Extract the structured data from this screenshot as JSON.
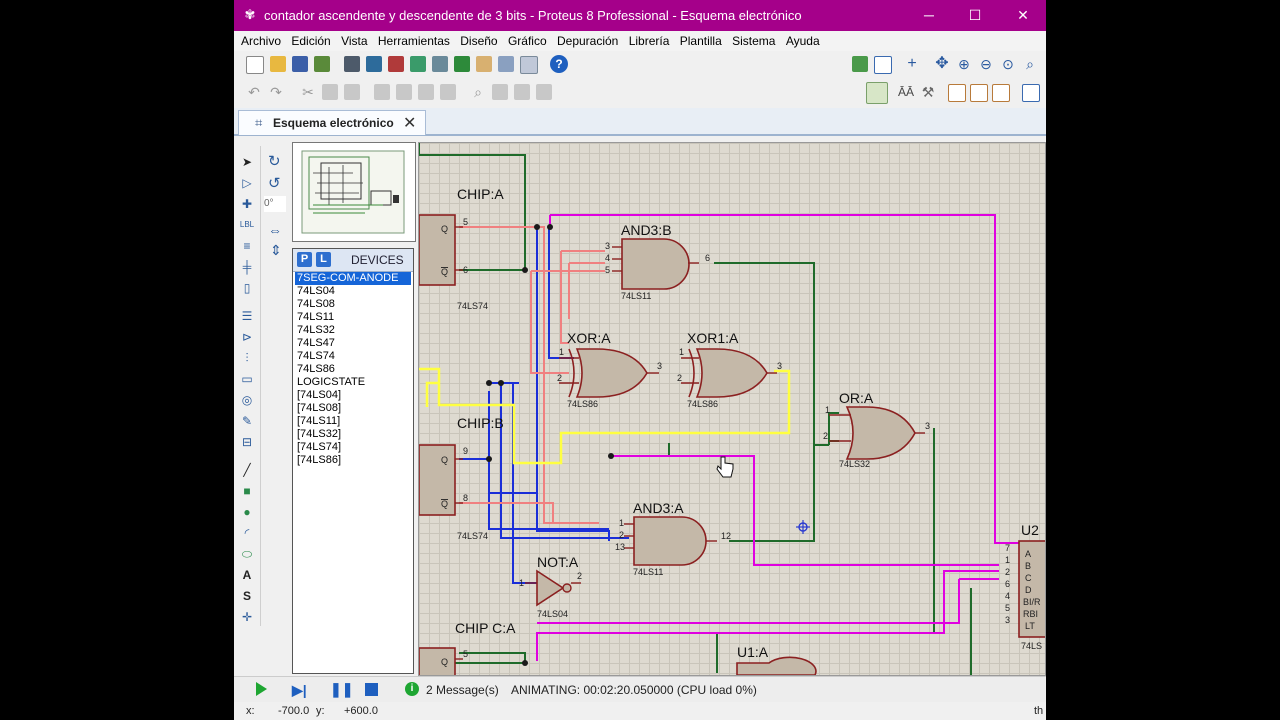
{
  "window": {
    "title": "contador ascendente y descendente de 3 bits - Proteus 8 Professional - Esquema electrónico",
    "controls": [
      "─",
      "☐",
      "✕"
    ]
  },
  "menu": [
    "Archivo",
    "Edición",
    "Vista",
    "Herramientas",
    "Diseño",
    "Gráfico",
    "Depuración",
    "Librería",
    "Plantilla",
    "Sistema",
    "Ayuda"
  ],
  "tab": {
    "label": "Esquema electrónico",
    "close": "✕"
  },
  "rotation": {
    "angle": "0°"
  },
  "devices": {
    "p_label": "P",
    "l_label": "L",
    "header": "DEVICES",
    "items": [
      "7SEG-COM-ANODE",
      "74LS04",
      "74LS08",
      "74LS11",
      "74LS32",
      "74LS47",
      "74LS74",
      "74LS86",
      "LOGICSTATE",
      "[74LS04]",
      "[74LS08]",
      "[74LS11]",
      "[74LS32]",
      "[74LS74]",
      "[74LS86]"
    ],
    "selected": "7SEG-COM-ANODE"
  },
  "schematic": {
    "labels": {
      "chip_a": "CHIP:A",
      "chip_b": "CHIP:B",
      "chip_c": "CHIP C:A",
      "and3_b": "AND3:B",
      "and3_a": "AND3:A",
      "xor_a": "XOR:A",
      "xor1_a": "XOR1:A",
      "or_a": "OR:A",
      "not_a": "NOT:A",
      "u2": "U2",
      "u1_a": "U1:A"
    },
    "parts": {
      "ls74_a": "74LS74",
      "ls74_b": "74LS74",
      "ls11_b": "74LS11",
      "ls11_a": "74LS11",
      "ls86_a": "74LS86",
      "ls86_b": "74LS86",
      "ls32": "74LS32",
      "ls04": "74LS04",
      "u2_part": "74LS"
    },
    "pins": {
      "q": "Q",
      "qbar": "Q",
      "u2_a": "A",
      "u2_b": "B",
      "u2_c": "C",
      "u2_d": "D",
      "u2_bi": "BI/R",
      "u2_rbi": "RBI",
      "u2_lt": "LT"
    }
  },
  "status": {
    "messages": "2 Message(s)",
    "animating": "ANIMATING: 00:02:20.050000 (CPU load 0%)"
  },
  "coords": {
    "x_label": "x:",
    "x": "-700.0",
    "y_label": "y:",
    "y": "+600.0",
    "right": "th"
  },
  "colors": {
    "title_bar": "#a5008a",
    "wire_green": "#1f6b2a",
    "wire_magenta": "#e000e0",
    "wire_blue": "#1a2ed8",
    "wire_pink": "#f08080",
    "wire_yellow": "#ffff40",
    "gate_fill": "#c4b8a8",
    "gate_stroke": "#8b2020",
    "selected_device": "#1565d8"
  }
}
